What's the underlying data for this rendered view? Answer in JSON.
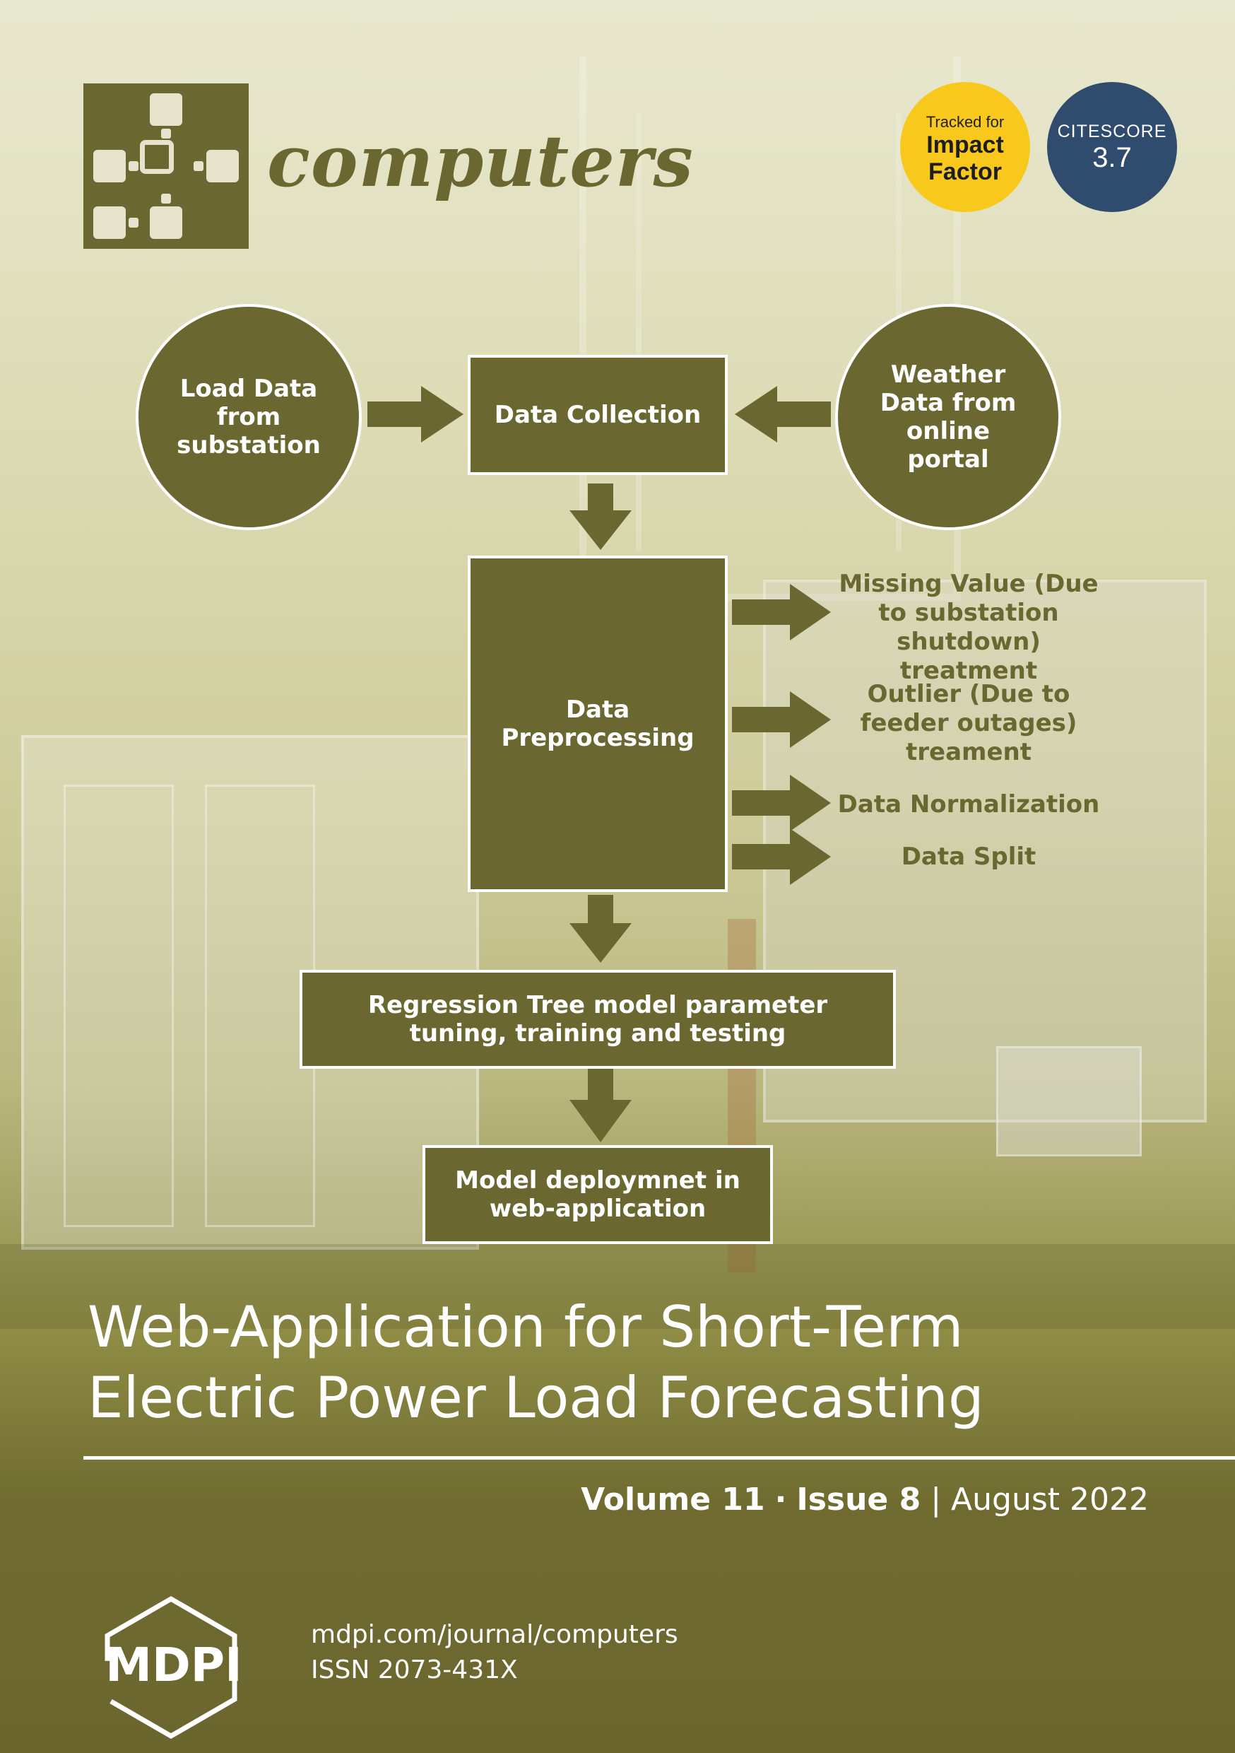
{
  "journal": {
    "name": "computers",
    "badges": {
      "impact": {
        "line1": "Tracked for",
        "line2": "Impact",
        "line3": "Factor"
      },
      "citescore": {
        "label": "CITESCORE",
        "value": "3.7"
      }
    }
  },
  "flowchart": {
    "source_left": "Load Data from substation",
    "source_right": "Weather Data from online portal",
    "collection": "Data Collection",
    "preprocessing": "Data Preprocessing",
    "steps": [
      "Missing Value (Due to substation shutdown) treatment",
      "Outlier (Due to feeder outages) treament",
      "Data Normalization",
      "Data Split"
    ],
    "model": "Regression Tree model parameter tuning, training and testing",
    "deployment": "Model deploymnet in web-application"
  },
  "article": {
    "title_line1": "Web-Application for Short-Term",
    "title_line2": "Electric Power Load Forecasting"
  },
  "issue": {
    "volume": "Volume 11",
    "separator": "·",
    "issue": "Issue 8",
    "divider": "|",
    "date": "August 2022"
  },
  "publisher": {
    "logo_text": "MDPI",
    "url": "mdpi.com/journal/computers",
    "issn": "ISSN 2073-431X"
  },
  "colors": {
    "olive": "#6a6830",
    "impact_badge": "#f8c91c",
    "citescore_badge": "#2f4b6e"
  }
}
